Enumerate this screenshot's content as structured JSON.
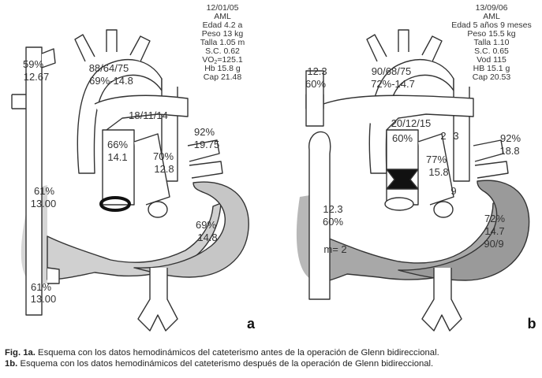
{
  "panel_a": {
    "letter": "a",
    "info": [
      "12/01/05",
      "AML",
      "Edad 4.2 a",
      "Peso 13 kg",
      "Talla 1.05 m",
      "S.C. 0.62",
      "VO",
      "Hb 15.8 g",
      "Cap 21.48"
    ],
    "vo2_sub": "2",
    "vo2_value": "=125.1",
    "labels": {
      "svc_sat": "59%",
      "svc_p": "12.67",
      "aorta_1": "88/64/75",
      "aorta_2": "69%-14.8",
      "pa_pressure": "18/11/14",
      "pa_sat": "66%",
      "pa_p": "14.1",
      "rpv_sat": "92%",
      "rpv_p": "19.75",
      "la_sat": "70%",
      "la_p": "12.8",
      "ra_sat": "61%",
      "ra_p": "13.00",
      "ivc_sat": "61%",
      "ivc_p": "13.00",
      "lv_sat": "69%",
      "lv_p": "14.8"
    }
  },
  "panel_b": {
    "letter": "b",
    "info": [
      "13/09/06",
      "AML",
      "Edad 5 años 9 meses",
      "Peso 15.5 kg",
      "Talla 1.10",
      "S.C. 0.65",
      "Vod 115",
      "HB 15.1 g",
      "Cap 20.53"
    ],
    "labels": {
      "svc_p": "12.3",
      "svc_sat": "60%",
      "aorta_1": "90/68/75",
      "aorta_2": "72%-14.7",
      "pa_pressure": "20/12/15",
      "pa_sat": "60%",
      "num_2": "2",
      "num_3": "3",
      "rpv_sat": "92%",
      "rpv_p": "18.8",
      "la_sat": "77%",
      "la_p": "15.8",
      "num_9": "9",
      "ra_p": "12.3",
      "ra_sat": "60%",
      "ra_m": "m= 2",
      "lv_sat": "72%",
      "lv_p": "14.7",
      "lv_pr": "90/9"
    }
  },
  "caption": {
    "a_label": "Fig. 1a.",
    "a_text": " Esquema con los datos hemodinámicos del cateterismo antes de la operación de Glenn bidireccional.",
    "b_label": "1b.",
    "b_text": " Esquema con los datos hemodinámicos del cateterismo después de la operación de Glenn bidireccional."
  }
}
